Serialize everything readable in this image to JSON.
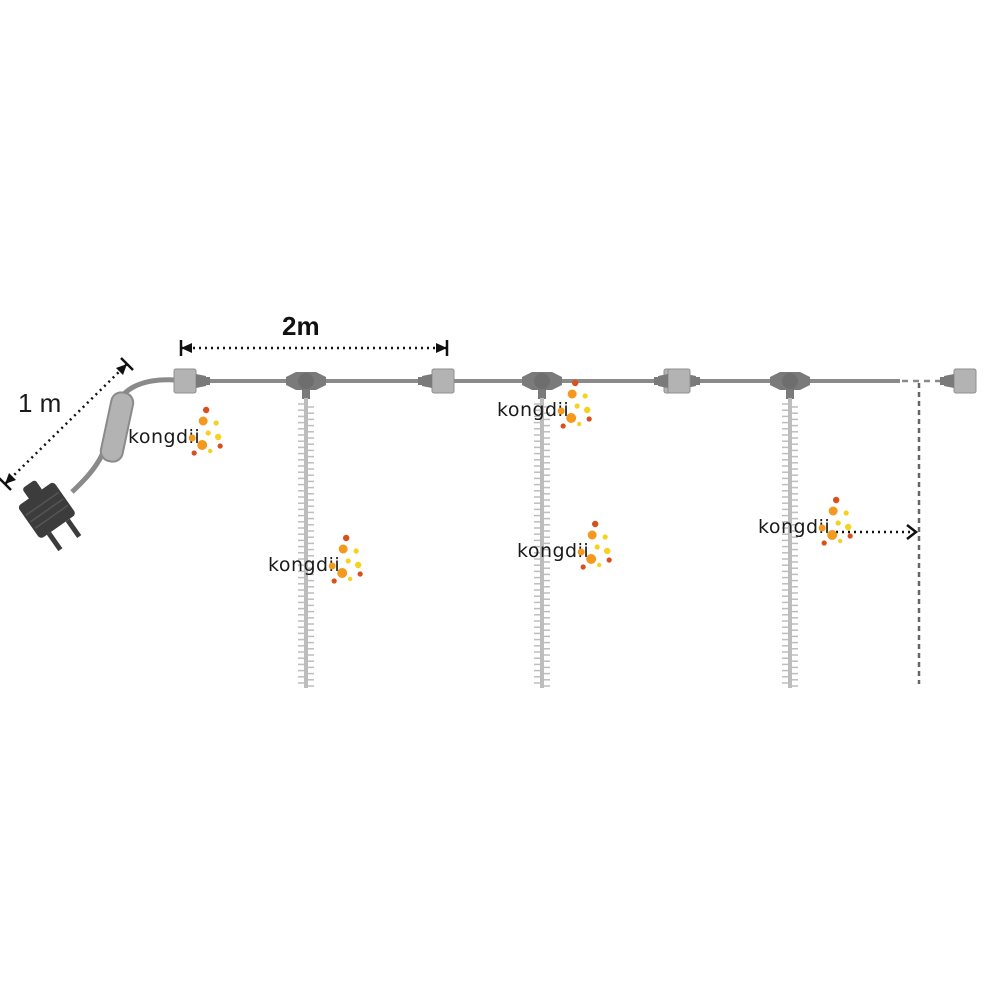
{
  "dimensions": {
    "cable_length": "1 m",
    "segment_length": "2m"
  },
  "logos": [
    {
      "text": "kongdii"
    },
    {
      "text": "kongdii"
    },
    {
      "text": "kongdii"
    },
    {
      "text": "kongdii"
    },
    {
      "text": "kongdii"
    }
  ],
  "colors": {
    "cable": "#8a8a8a",
    "connector": "#b3b3b3",
    "connector_dark": "#7a7a7a",
    "plug": "#3c3c3c",
    "led_strand": "#bdbdbd",
    "dimension": "#111111",
    "logo_orange": "#f39a1e",
    "logo_yellow": "#f6d21f",
    "logo_red": "#d9501c"
  }
}
